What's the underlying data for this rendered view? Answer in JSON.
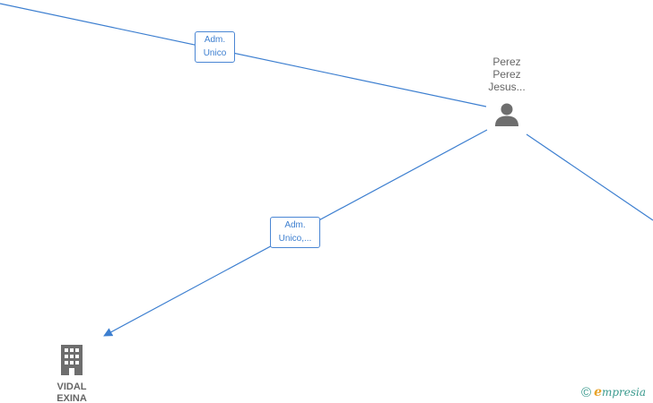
{
  "diagram": {
    "nodes": [
      {
        "id": "person",
        "type": "person",
        "label_lines": [
          "Perez",
          "Perez",
          "Jesus..."
        ],
        "icon": "person-icon"
      },
      {
        "id": "company",
        "type": "company",
        "label_lines": [
          "VIDAL",
          "EXINA"
        ],
        "icon": "building-icon"
      }
    ],
    "edges": [
      {
        "id": "edge-offscreen-left",
        "label_lines": [
          "Adm.",
          "Unico"
        ]
      },
      {
        "id": "edge-person-company",
        "label_lines": [
          "Adm.",
          "Unico,..."
        ]
      }
    ]
  },
  "brand": {
    "copyright_symbol": "©",
    "e_mark": "e",
    "wordmark_rest": "mpresia"
  },
  "colors": {
    "edge": "#3d7fd0",
    "node_text": "#666666",
    "icon": "#6e6e6e",
    "brand": "#3a9a8e",
    "brand_accent": "#e8a32a"
  }
}
